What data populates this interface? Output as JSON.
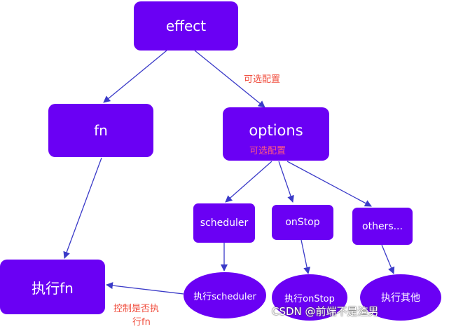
{
  "diagram": {
    "nodes": {
      "effect": "effect",
      "fn": "fn",
      "options": "options",
      "scheduler": "scheduler",
      "onStop": "onStop",
      "others": "others...",
      "exec_fn": "执行fn",
      "exec_scheduler": "执行scheduler",
      "exec_onStop": "执行onStop",
      "exec_other": "执行其他"
    },
    "labels": {
      "optional_edge": "可选配置",
      "optional_inside": "可选配置",
      "control_line1": "控制是否执",
      "control_line2": "行fn"
    },
    "colors": {
      "node_fill": "#6a00f4",
      "node_text": "#ffffff",
      "edge": "#3a3ac8",
      "label": "#f04e3e"
    }
  },
  "watermark": "CSDN @前端不是渣男"
}
